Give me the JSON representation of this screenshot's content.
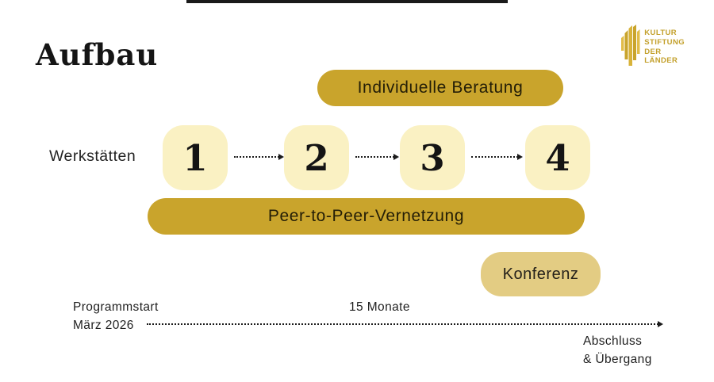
{
  "header": {
    "title": "Aufbau"
  },
  "logo": {
    "line1": "KULTUR",
    "line2": "STIFTUNG",
    "line3": "DER",
    "line4": "LÄNDER",
    "color": "#c3a02b"
  },
  "diagram": {
    "top_pill_label": "Individuelle Beratung",
    "row_label": "Werkstätten",
    "steps": [
      "1",
      "2",
      "3",
      "4"
    ],
    "bottom_pill_label": "Peer-to-Peer-Vernetzung",
    "conference_label": "Konferenz",
    "colors": {
      "gold": "#c9a42c",
      "light_gold": "#e3cc83",
      "cream": "#faf1c3"
    }
  },
  "timeline": {
    "start_line1": "Programmstart",
    "start_line2": "März 2026",
    "duration_label": "15 Monate",
    "end_line1": "Abschluss",
    "end_line2": "& Übergang"
  }
}
